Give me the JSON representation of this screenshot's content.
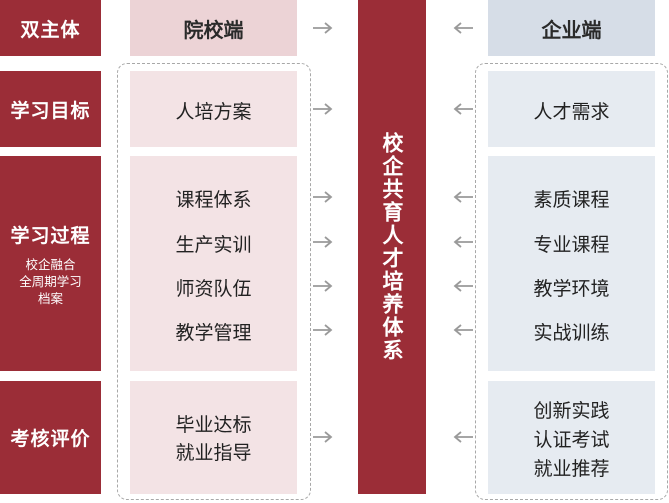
{
  "header": {
    "left_label": "双主体",
    "school": "院校端",
    "enterprise": "企业端"
  },
  "center_title": "校企共育人才培养体系",
  "rows": {
    "goal": {
      "label": "学习目标",
      "school": [
        "人培方案"
      ],
      "enterprise": [
        "人才需求"
      ]
    },
    "process": {
      "label": "学习过程",
      "sub": [
        "校企融合",
        "全周期学习",
        "档案"
      ],
      "school": [
        "课程体系",
        "生产实训",
        "师资队伍",
        "教学管理"
      ],
      "enterprise": [
        "素质课程",
        "专业课程",
        "教学环境",
        "实战训练"
      ]
    },
    "eval": {
      "label": "考核评价",
      "school": [
        "毕业达标",
        "就业指导"
      ],
      "enterprise": [
        "创新实践",
        "认证考试",
        "就业推荐"
      ]
    }
  }
}
